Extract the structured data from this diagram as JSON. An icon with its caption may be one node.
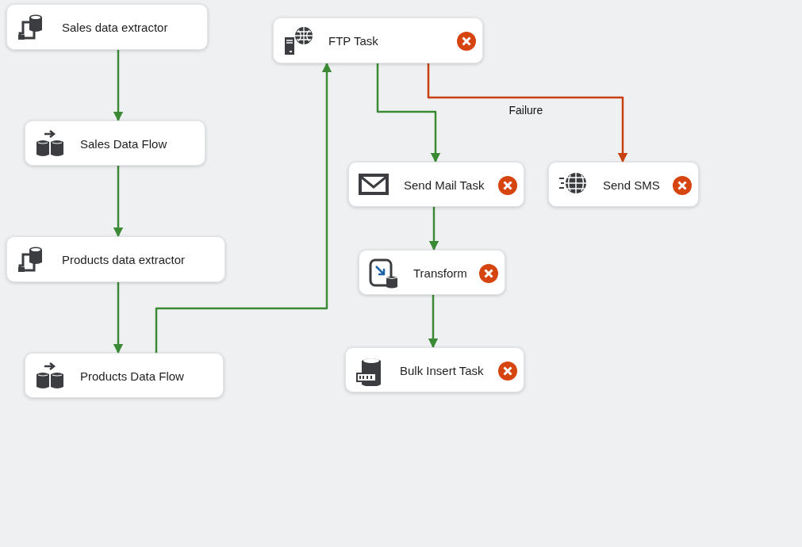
{
  "diagram": {
    "nodes": [
      {
        "text": [
          "Sales data extractor"
        ]
      },
      {
        "text": [
          "Sales Data Flow"
        ]
      },
      {
        "text": [
          "Products data extractor"
        ]
      },
      {
        "text": [
          "Products Data Flow"
        ]
      },
      {
        "text": [
          "FTP Task"
        ]
      },
      {
        "text": [
          "Send Mail Task"
        ]
      },
      {
        "text": [
          "Send SMS"
        ]
      },
      {
        "text": [
          "Transform"
        ]
      },
      {
        "text": [
          "Bulk Insert Task"
        ]
      }
    ],
    "edges": [
      {
        "from": 0,
        "to": 1,
        "arrow": "to"
      },
      {
        "from": 1,
        "to": 2,
        "arrow": "to"
      },
      {
        "from": 2,
        "to": 3,
        "arrow": "to"
      },
      {
        "from": 3,
        "to": 4,
        "arrow": "to"
      },
      {
        "from": 4,
        "to": 5,
        "arrow": "to"
      },
      {
        "from": 4,
        "to": 6,
        "arrow": "to",
        "label": "Failure",
        "color": "#c8400f"
      },
      {
        "from": 5,
        "to": 7,
        "arrow": "to"
      },
      {
        "from": 7,
        "to": 8,
        "arrow": "to"
      }
    ]
  }
}
